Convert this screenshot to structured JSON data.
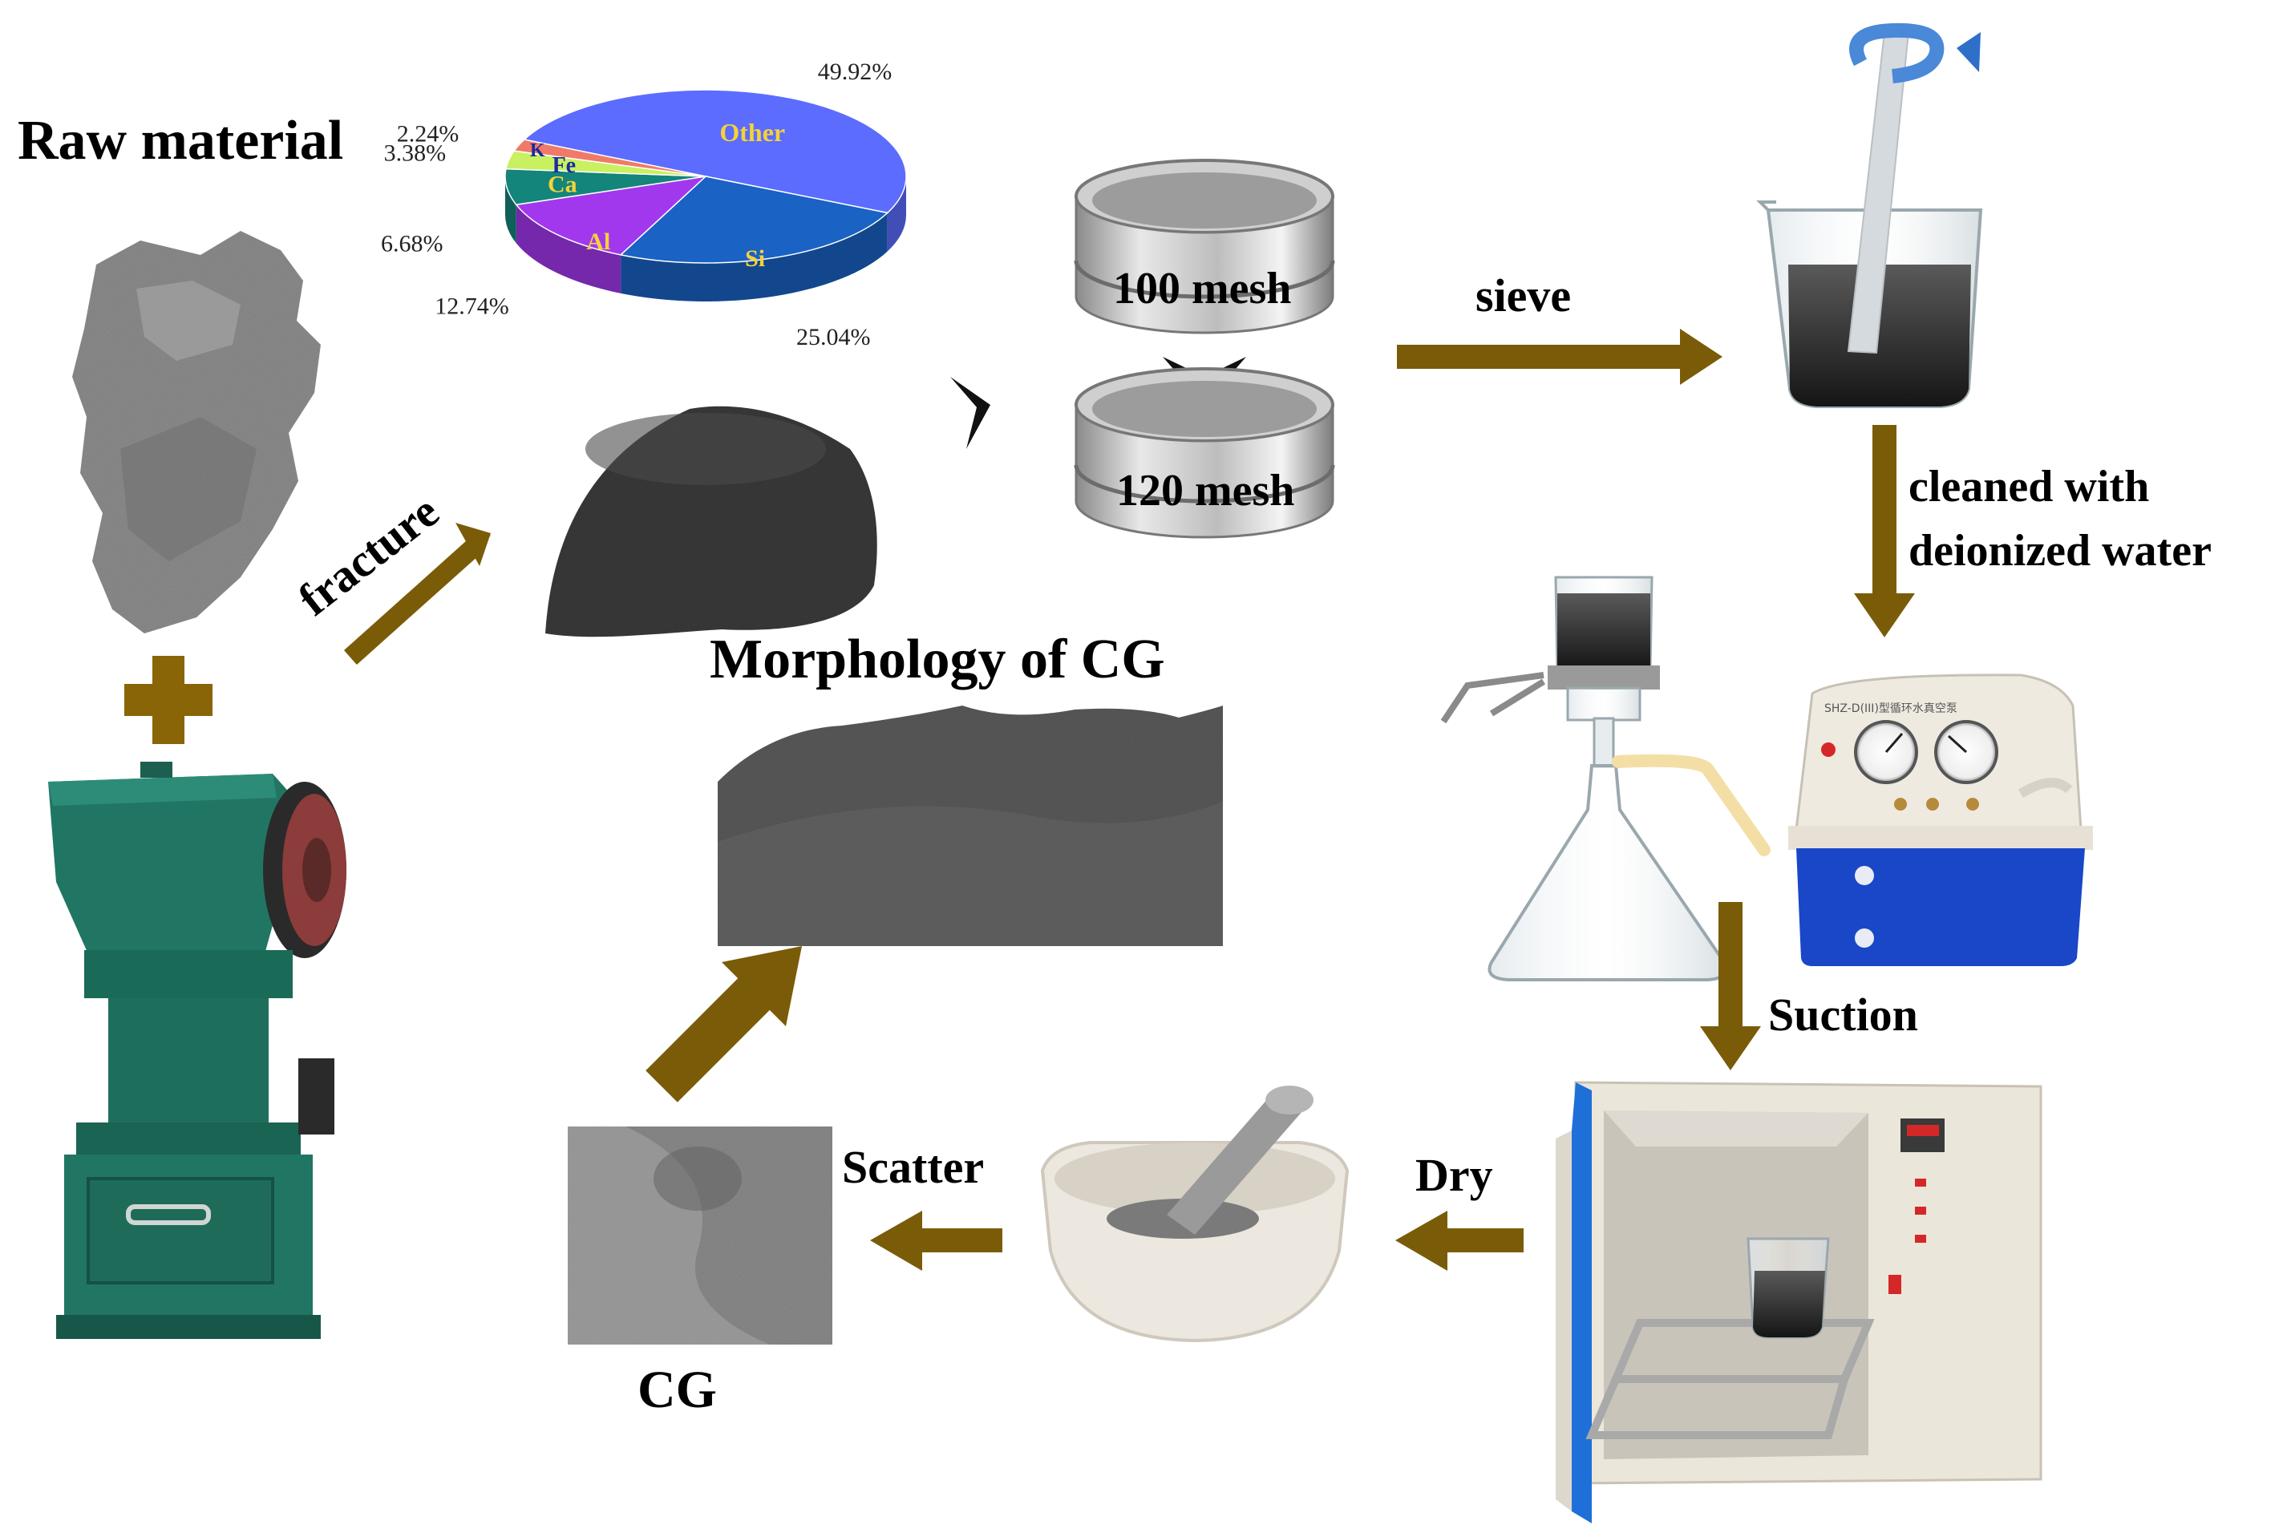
{
  "labels": {
    "raw_material": "Raw material",
    "fracture": "fracture",
    "morphology": "Morphology of CG",
    "mesh_100": "100 mesh",
    "mesh_120": "120 mesh",
    "sieve": "sieve",
    "cleaned_line1": "cleaned with",
    "cleaned_line2": "deionized water",
    "suction": "Suction",
    "dry": "Dry",
    "scatter": "Scatter",
    "cg": "CG"
  },
  "pump_panel_text": "SHZ-D(III)型循环水真空泵",
  "colors": {
    "arrow": "#7a5c08",
    "pie_other": "#5b6cff",
    "pie_si": "#1a62c4",
    "pie_al": "#a238ee",
    "pie_ca": "#13857a",
    "pie_fe": "#c8f060",
    "pie_k": "#f07a68",
    "crusher": "#1e6e5c",
    "pump_base": "#1947c8",
    "oven_body": "#ebe6da"
  },
  "chart_data": {
    "type": "pie",
    "categories": [
      "Other",
      "Si",
      "Al",
      "Ca",
      "Fe",
      "K"
    ],
    "values": [
      49.92,
      25.04,
      12.74,
      6.68,
      3.38,
      2.24
    ],
    "value_labels": [
      "49.92%",
      "25.04%",
      "12.74%",
      "6.68%",
      "3.38%",
      "2.24%"
    ],
    "colors": [
      "#5b6cff",
      "#1a62c4",
      "#a238ee",
      "#13857a",
      "#c8f060",
      "#f07a68"
    ],
    "style": "3d-exploded-none"
  }
}
